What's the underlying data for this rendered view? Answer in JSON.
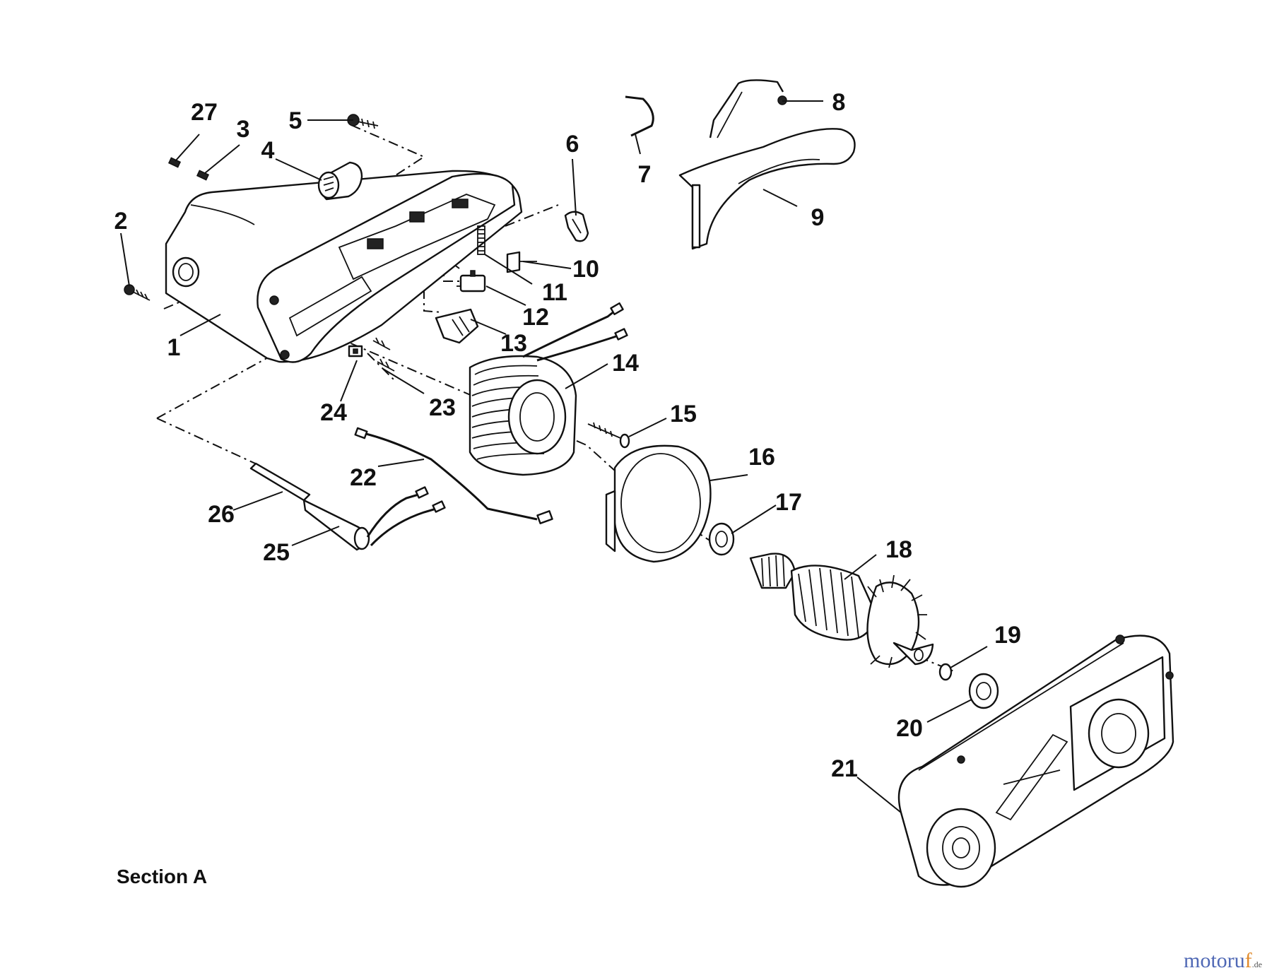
{
  "section_label": "Section A",
  "callouts": [
    "1",
    "2",
    "3",
    "4",
    "5",
    "6",
    "7",
    "8",
    "9",
    "10",
    "11",
    "12",
    "13",
    "14",
    "15",
    "16",
    "17",
    "18",
    "19",
    "20",
    "21",
    "22",
    "23",
    "24",
    "25",
    "26",
    "27"
  ],
  "watermark": {
    "main": "motoru",
    "accent": "f",
    "tld": ".de"
  },
  "colors": {
    "line": "#111111",
    "watermark_blue": "#4f68b5",
    "watermark_orange": "#e08a2c"
  }
}
